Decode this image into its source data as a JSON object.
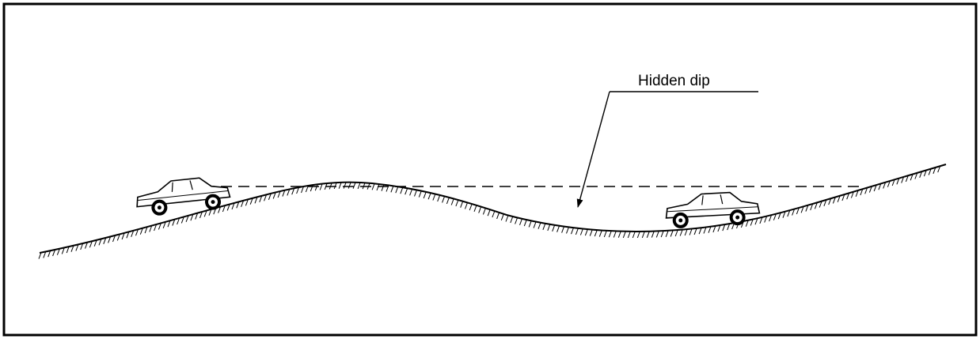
{
  "diagram": {
    "callout_label": "Hidden dip",
    "colors": {
      "line": "#000000",
      "background": "#ffffff"
    },
    "elements": [
      "terrain-profile",
      "sight-line",
      "car-on-crest",
      "car-in-dip",
      "hidden-dip-callout"
    ]
  }
}
